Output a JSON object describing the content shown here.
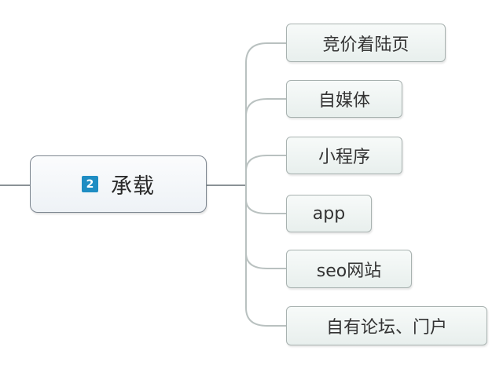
{
  "central_topic": {
    "badge": "2",
    "label": "承载",
    "badge_color": "#1f8dc3"
  },
  "subtopics": [
    {
      "label": "竞价着陆页"
    },
    {
      "label": "自媒体"
    },
    {
      "label": "小程序"
    },
    {
      "label": "app"
    },
    {
      "label": "seo网站"
    },
    {
      "label": "自有论坛、门户"
    }
  ],
  "colors": {
    "connector": "#b9c1c0",
    "central_border": "#7d8690",
    "child_border": "#a8b2b0"
  }
}
